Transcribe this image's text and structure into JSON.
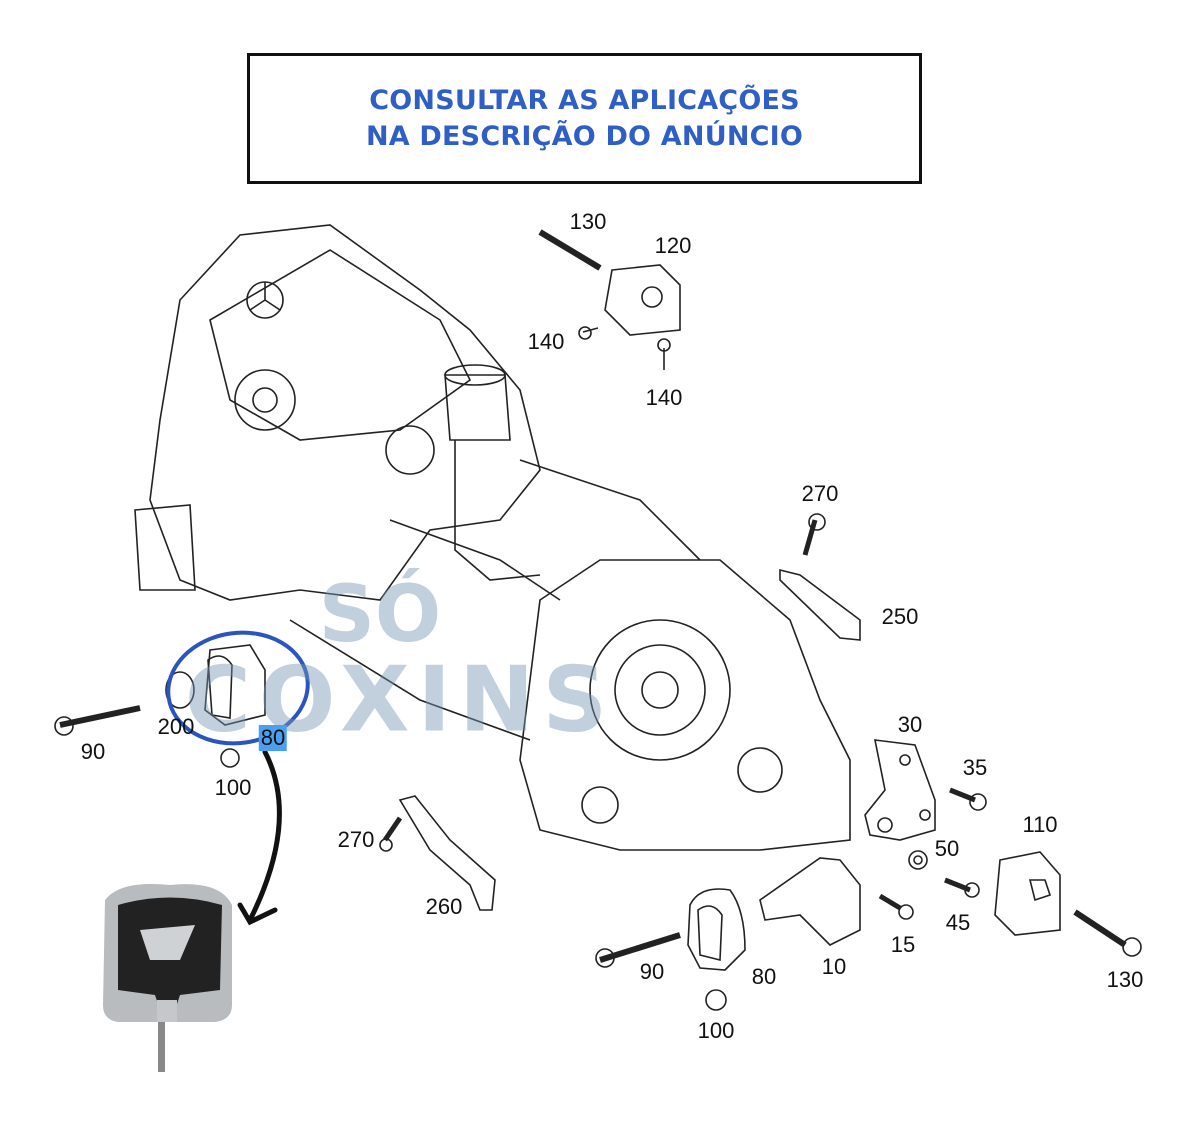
{
  "banner": {
    "line1": "CONSULTAR AS APLICAÇÕES",
    "line2": "NA DESCRIÇÃO DO ANÚNCIO"
  },
  "watermark": {
    "line1": "SÓ",
    "line2": "COXINS"
  },
  "colors": {
    "banner_text": "#2f5fc4",
    "highlight": "#4a9ff0",
    "circle": "#2a55c0"
  },
  "parts": [
    {
      "id": "p130a",
      "label": "130"
    },
    {
      "id": "p120",
      "label": "120"
    },
    {
      "id": "p140a",
      "label": "140"
    },
    {
      "id": "p140b",
      "label": "140"
    },
    {
      "id": "p270a",
      "label": "270"
    },
    {
      "id": "p250",
      "label": "250"
    },
    {
      "id": "p30",
      "label": "30"
    },
    {
      "id": "p35",
      "label": "35"
    },
    {
      "id": "p110",
      "label": "110"
    },
    {
      "id": "p50",
      "label": "50"
    },
    {
      "id": "p45",
      "label": "45"
    },
    {
      "id": "p130b",
      "label": "130"
    },
    {
      "id": "p15",
      "label": "15"
    },
    {
      "id": "p10",
      "label": "10"
    },
    {
      "id": "p80b",
      "label": "80"
    },
    {
      "id": "p90b",
      "label": "90"
    },
    {
      "id": "p100b",
      "label": "100"
    },
    {
      "id": "p270b",
      "label": "270"
    },
    {
      "id": "p260",
      "label": "260"
    },
    {
      "id": "p90a",
      "label": "90"
    },
    {
      "id": "p200",
      "label": "200"
    },
    {
      "id": "p80a",
      "label": "80"
    },
    {
      "id": "p100a",
      "label": "100"
    }
  ]
}
